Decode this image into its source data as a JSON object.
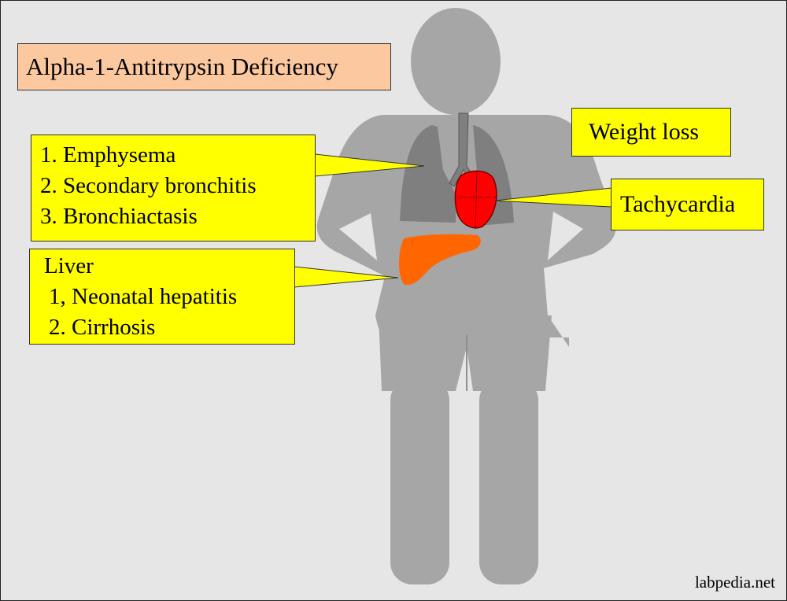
{
  "title": "Alpha-1-Antitrypsin Deficiency",
  "lungs": {
    "items": [
      "1. Emphysema",
      "2. Secondary bronchitis",
      "3. Bronchiactasis"
    ]
  },
  "liver": {
    "heading": "Liver",
    "items": [
      "1, Neonatal hepatitis",
      "2. Cirrhosis"
    ]
  },
  "weight": {
    "label": "Weight loss"
  },
  "heart": {
    "label": "Tachycardia"
  },
  "credit": "labpedia.net",
  "colors": {
    "background": "#e6e6e6",
    "body": "#a6a6a6",
    "lungs": "#7f7f7f",
    "heart": "#ff0000",
    "liver": "#ff6600",
    "callout": "#ffff00",
    "title_box": "#fcc8a0"
  }
}
